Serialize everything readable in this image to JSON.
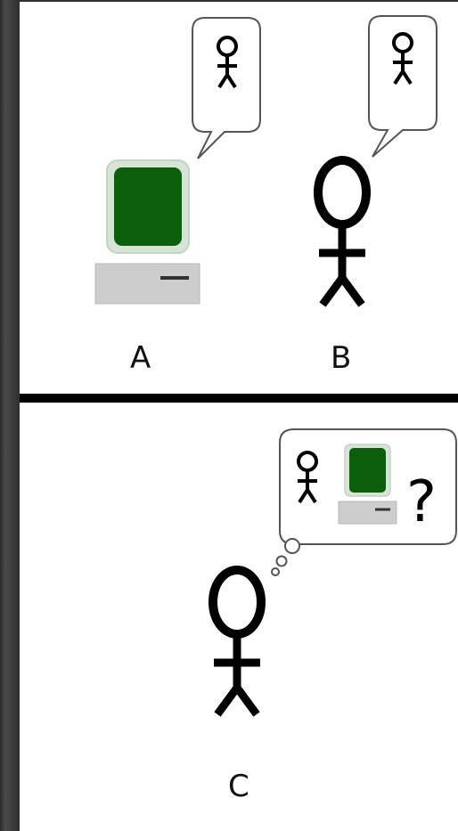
{
  "labels": {
    "a": "A",
    "b": "B",
    "c": "C",
    "question": "?"
  },
  "icons": {
    "computer": "computer-icon",
    "person": "stick-figure-icon",
    "speech_bubble": "speech-bubble-icon",
    "thought_bubble": "thought-bubble-icon"
  },
  "colors": {
    "screen": "#0b5f0b",
    "screen_bezel": "#cfdccf",
    "computer_base": "#cdcdcd",
    "line": "#000000",
    "background": "#ffffff"
  }
}
